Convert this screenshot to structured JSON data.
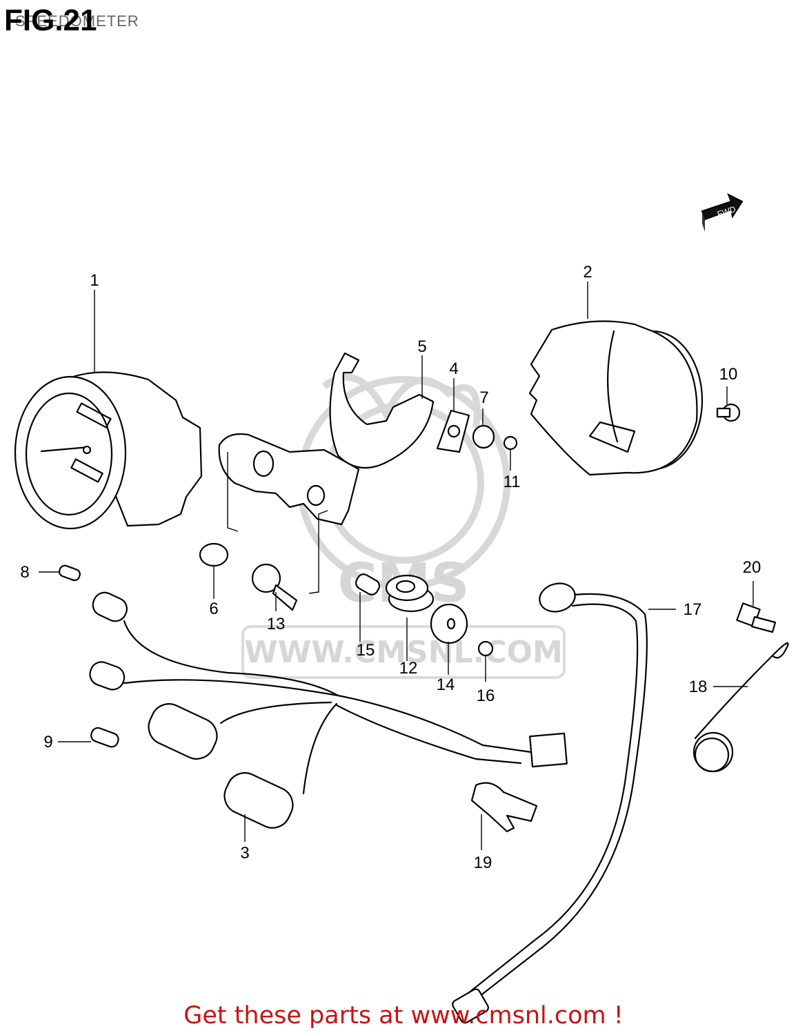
{
  "figure": {
    "title": "FIG.21",
    "subtitle": "SPEEDOMETER"
  },
  "direction_badge": {
    "label": "FWD",
    "icon": "fwd-arrow-icon"
  },
  "watermark": {
    "logo_text": "CMS",
    "url_text": "WWW.CMSNL.COM"
  },
  "callouts": {
    "p1": "1",
    "p2": "2",
    "p3": "3",
    "p4": "4",
    "p5": "5",
    "p6": "6",
    "p7": "7",
    "p8": "8",
    "p9": "9",
    "p10": "10",
    "p11": "11",
    "p12": "12",
    "p13": "13",
    "p14": "14",
    "p15": "15",
    "p16": "16",
    "p17": "17",
    "p18": "18",
    "p19": "19",
    "p20": "20"
  },
  "footer": {
    "link_text": "Get these parts at www.cmsnl.com !"
  },
  "colors": {
    "footer_link": "#cc1111",
    "watermark": "#d2d2d2",
    "lines": "#000000"
  }
}
